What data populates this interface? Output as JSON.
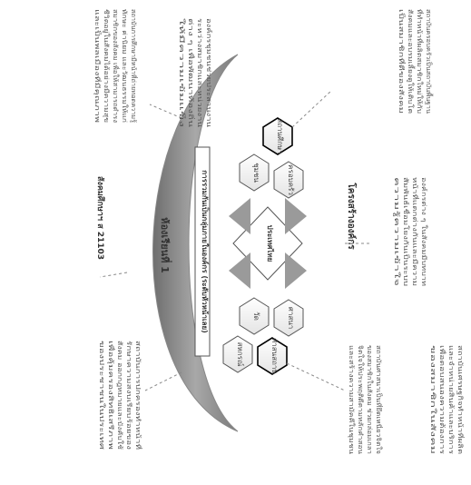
{
  "diagram": {
    "side_code": "สังคมศึกษาฯ ส 21103",
    "title": "โครงสร้างองค์กร",
    "subtitle": "การรวมกันเป็นกลุ่มภายในองค์กร (ระดับหัวหน้าเลย)",
    "center_label": "ประเทศไทย",
    "arc_label": "ห้องเรียนที่ 1",
    "hex_labels": [
      "สถานศึกษา",
      "ชุมชน",
      "ครอบครัว",
      "วัด",
      "ศาสนา",
      "ศาสนสถาน",
      "สหกรณ์"
    ],
    "text_blocks": [
      {
        "id": "top-right",
        "lines": [
          "สถาบันครอบครัวเป็นสถาบันพื้นฐาน",
          "ที่ทำหน้าที่ผลิตสมาชิกใหม่ให้กับ",
          "สังคมและอบรมเลี้ยงดูให้เติบโต",
          "เป็นสมาชิกที่ดีของสังคม"
        ]
      },
      {
        "id": "top-left",
        "lines": [
          "สถาบันการศึกษามีหน้าที่ถ่ายทอดความรู้",
          "ทักษะ ค่านิยม และวัฒนธรรมให้แก่",
          "สมาชิกของสังคม เพื่อให้สามารถดำรง",
          "ชีวิตอยู่ในสังคมได้อย่างมีความสุข",
          "และเป็นพลเมืองที่มีคุณภาพ"
        ]
      },
      {
        "id": "top-center",
        "lines": [
          "องค์กรต่าง ๆ ในสังคมมีบทบาท",
          "หน้าที่แตกต่างกันและมีความ",
          "สัมพันธ์เชื่อมโยงกันเป็นระบบ",
          "ความรู้ความเข้าใจ"
        ]
      },
      {
        "id": "right-mid",
        "lines": [
          "สถาบันศาสนาเป็นที่ยึดเหนี่ยวจิตใจ",
          "ของสมาชิกในสังคม ช่วยกล่อมเกลา",
          "จิตใจให้ประพฤติดีตามหลักคำสอน",
          "และสร้างความสามัคคีในชุมชน"
        ]
      },
      {
        "id": "bottom-right",
        "lines": [
          "สถาบันเศรษฐกิจทำหน้าที่ผลิต",
          "และจำหน่ายสินค้าและบริการ",
          "เพื่อตอบสนองความต้องการ",
          "ของสมาชิกในสังคม"
        ]
      },
      {
        "id": "bottom-center",
        "lines": [
          "องค์กรชุมชนช่วยประสานงาน",
          "ระหว่างสมาชิกและหน่วยงาน",
          "ต่าง ๆ เพื่อพัฒนาท้องถิ่น",
          "ให้มีความเข้มแข็ง"
        ]
      },
      {
        "id": "bottom-left",
        "lines": [
          "สถาบันการปกครองทำหน้าที่",
          "รักษาความสงบเรียบร้อยของ",
          "สังคม ออกกฎหมายและบังคับใช้",
          "เพื่อคุ้มครองสิทธิเสรีภาพ",
          "ของประชาชนในประเทศ"
        ]
      }
    ]
  }
}
